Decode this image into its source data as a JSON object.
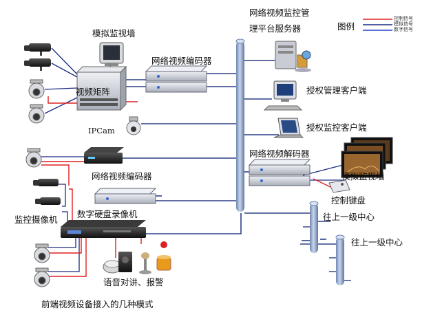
{
  "diagram": {
    "labels": {
      "analog_wall": "模拟监视墙",
      "encoder_top": "网络视频编码器",
      "platform_line1": "网络视频监控管",
      "platform_line2": "理平台服务器",
      "legend_title": "图例",
      "video_matrix": "视频矩阵",
      "auth_manage_client": "授权管理客户端",
      "ipcam": "IPCam",
      "auth_monitor_client": "授权监控客户端",
      "decoder": "网络视频解码器",
      "encoder_mid": "网络视频编码器",
      "analog_wall_right": "模拟监视墙",
      "control_keyboard": "控制键盘",
      "monitor_camera": "监控摄像机",
      "dvr": "数字硬盘录像机",
      "upper_center_1": "往上一级中心",
      "upper_center_2": "往上一级中心",
      "audio_alarm": "语音对讲、报警",
      "caption": "前端视频设备接入的几种模式"
    },
    "legend": [
      {
        "label": "控制信号",
        "color": "#e02020"
      },
      {
        "label": "模拟信号",
        "color": "#1a2a80"
      },
      {
        "label": "数字信号",
        "color": "#2244cc"
      }
    ],
    "colors": {
      "control_signal": "#e02020",
      "analog_signal": "#1a2a80",
      "digital_signal": "#2c3f86",
      "backbone": "#8ea4c8",
      "device_gray": "#c9ccd4"
    }
  }
}
